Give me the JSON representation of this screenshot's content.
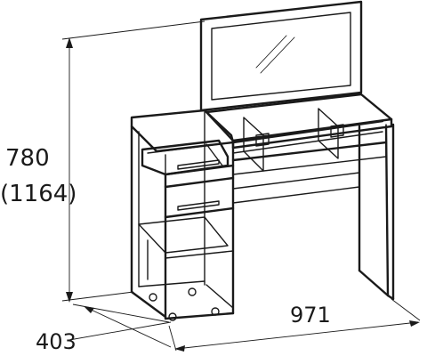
{
  "dimensions": {
    "height": "780",
    "height_alt": "(1164)",
    "depth": "403",
    "width": "971"
  }
}
